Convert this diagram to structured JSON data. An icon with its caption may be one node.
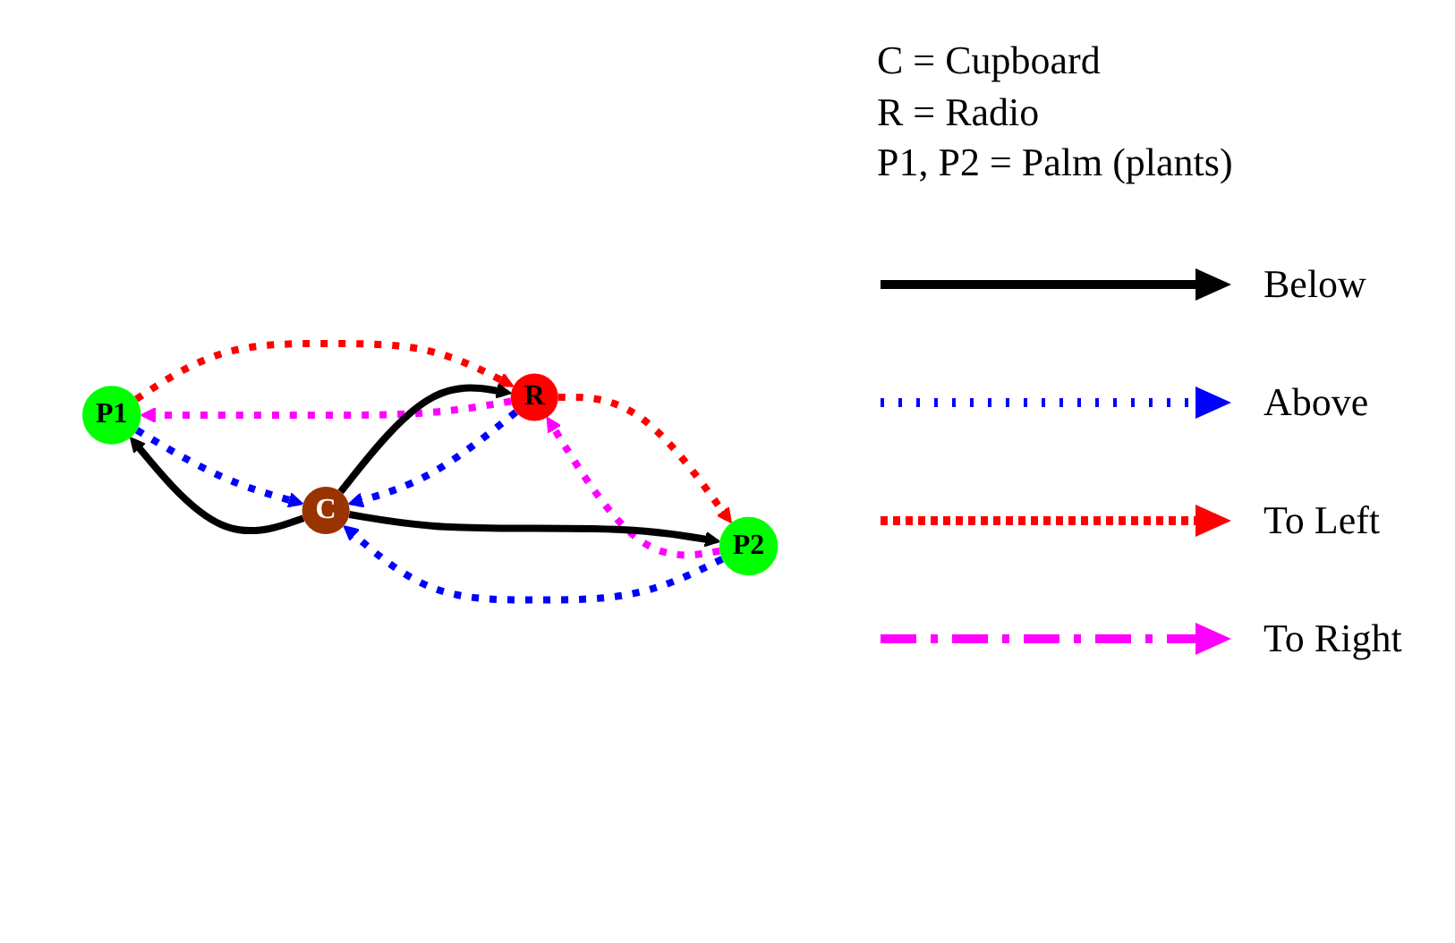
{
  "diagram": {
    "nodes": [
      {
        "text": [
          "P1"
        ]
      },
      {
        "text": [
          "C"
        ]
      },
      {
        "text": [
          "R"
        ]
      },
      {
        "text": [
          "P2"
        ]
      }
    ],
    "edges": [
      {
        "from": 1,
        "to": 0,
        "arrow": "to"
      },
      {
        "from": 0,
        "to": 1,
        "arrow": "to",
        "style": "dashed",
        "color": "#0000ff"
      },
      {
        "from": 0,
        "to": 2,
        "arrow": "to",
        "style": "dashed",
        "color": "#ff0000"
      },
      {
        "from": 2,
        "to": 0,
        "arrow": "to",
        "style": "dashed",
        "color": "#ff00ff"
      },
      {
        "from": 1,
        "to": 2,
        "arrow": "to"
      },
      {
        "from": 2,
        "to": 1,
        "arrow": "to",
        "style": "dashed",
        "color": "#0000ff"
      },
      {
        "from": 2,
        "to": 3,
        "arrow": "to",
        "style": "dashed",
        "color": "#ff0000"
      },
      {
        "from": 3,
        "to": 2,
        "arrow": "to",
        "style": "dashed",
        "color": "#ff00ff"
      },
      {
        "from": 1,
        "to": 3,
        "arrow": "to"
      },
      {
        "from": 3,
        "to": 1,
        "arrow": "to",
        "style": "dashed",
        "color": "#0000ff"
      }
    ],
    "labels": [
      "C = Cupboard",
      "R = Radio",
      "P1, P2 = Palm (plants)"
    ],
    "legend": [
      {
        "text": "Below"
      },
      {
        "text": "Above"
      },
      {
        "text": "To Left"
      },
      {
        "text": "To Right"
      }
    ]
  }
}
